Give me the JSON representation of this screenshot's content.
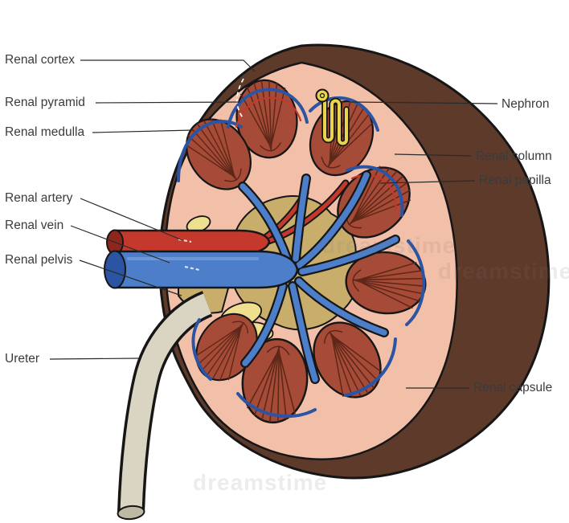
{
  "labels": {
    "renal_cortex": "Renal cortex",
    "renal_pyramid": "Renal pyramid",
    "renal_medulla": "Renal medulla",
    "renal_artery": "Renal artery",
    "renal_vein": "Renal vein",
    "renal_pelvis": "Renal pelvis",
    "ureter": "Ureter",
    "nephron": "Nephron",
    "renal_column": "Renal column",
    "renal_papilla": "Renal papilla",
    "renal_capsule": "Renal capsule"
  },
  "watermark": {
    "text": "dreamstime"
  },
  "colors": {
    "capsule_outer": "#5E3A2B",
    "cortex_inner": "#F2BFA8",
    "pyramid": "#A64B37",
    "pelvis": "#C9AE6B",
    "artery": "#C4392C",
    "vein": "#4D7EC9",
    "vein_dark": "#2B55A3",
    "ureter": "#D9D5C2",
    "nephron": "#E8D44D",
    "fat": "#EFE08F"
  }
}
